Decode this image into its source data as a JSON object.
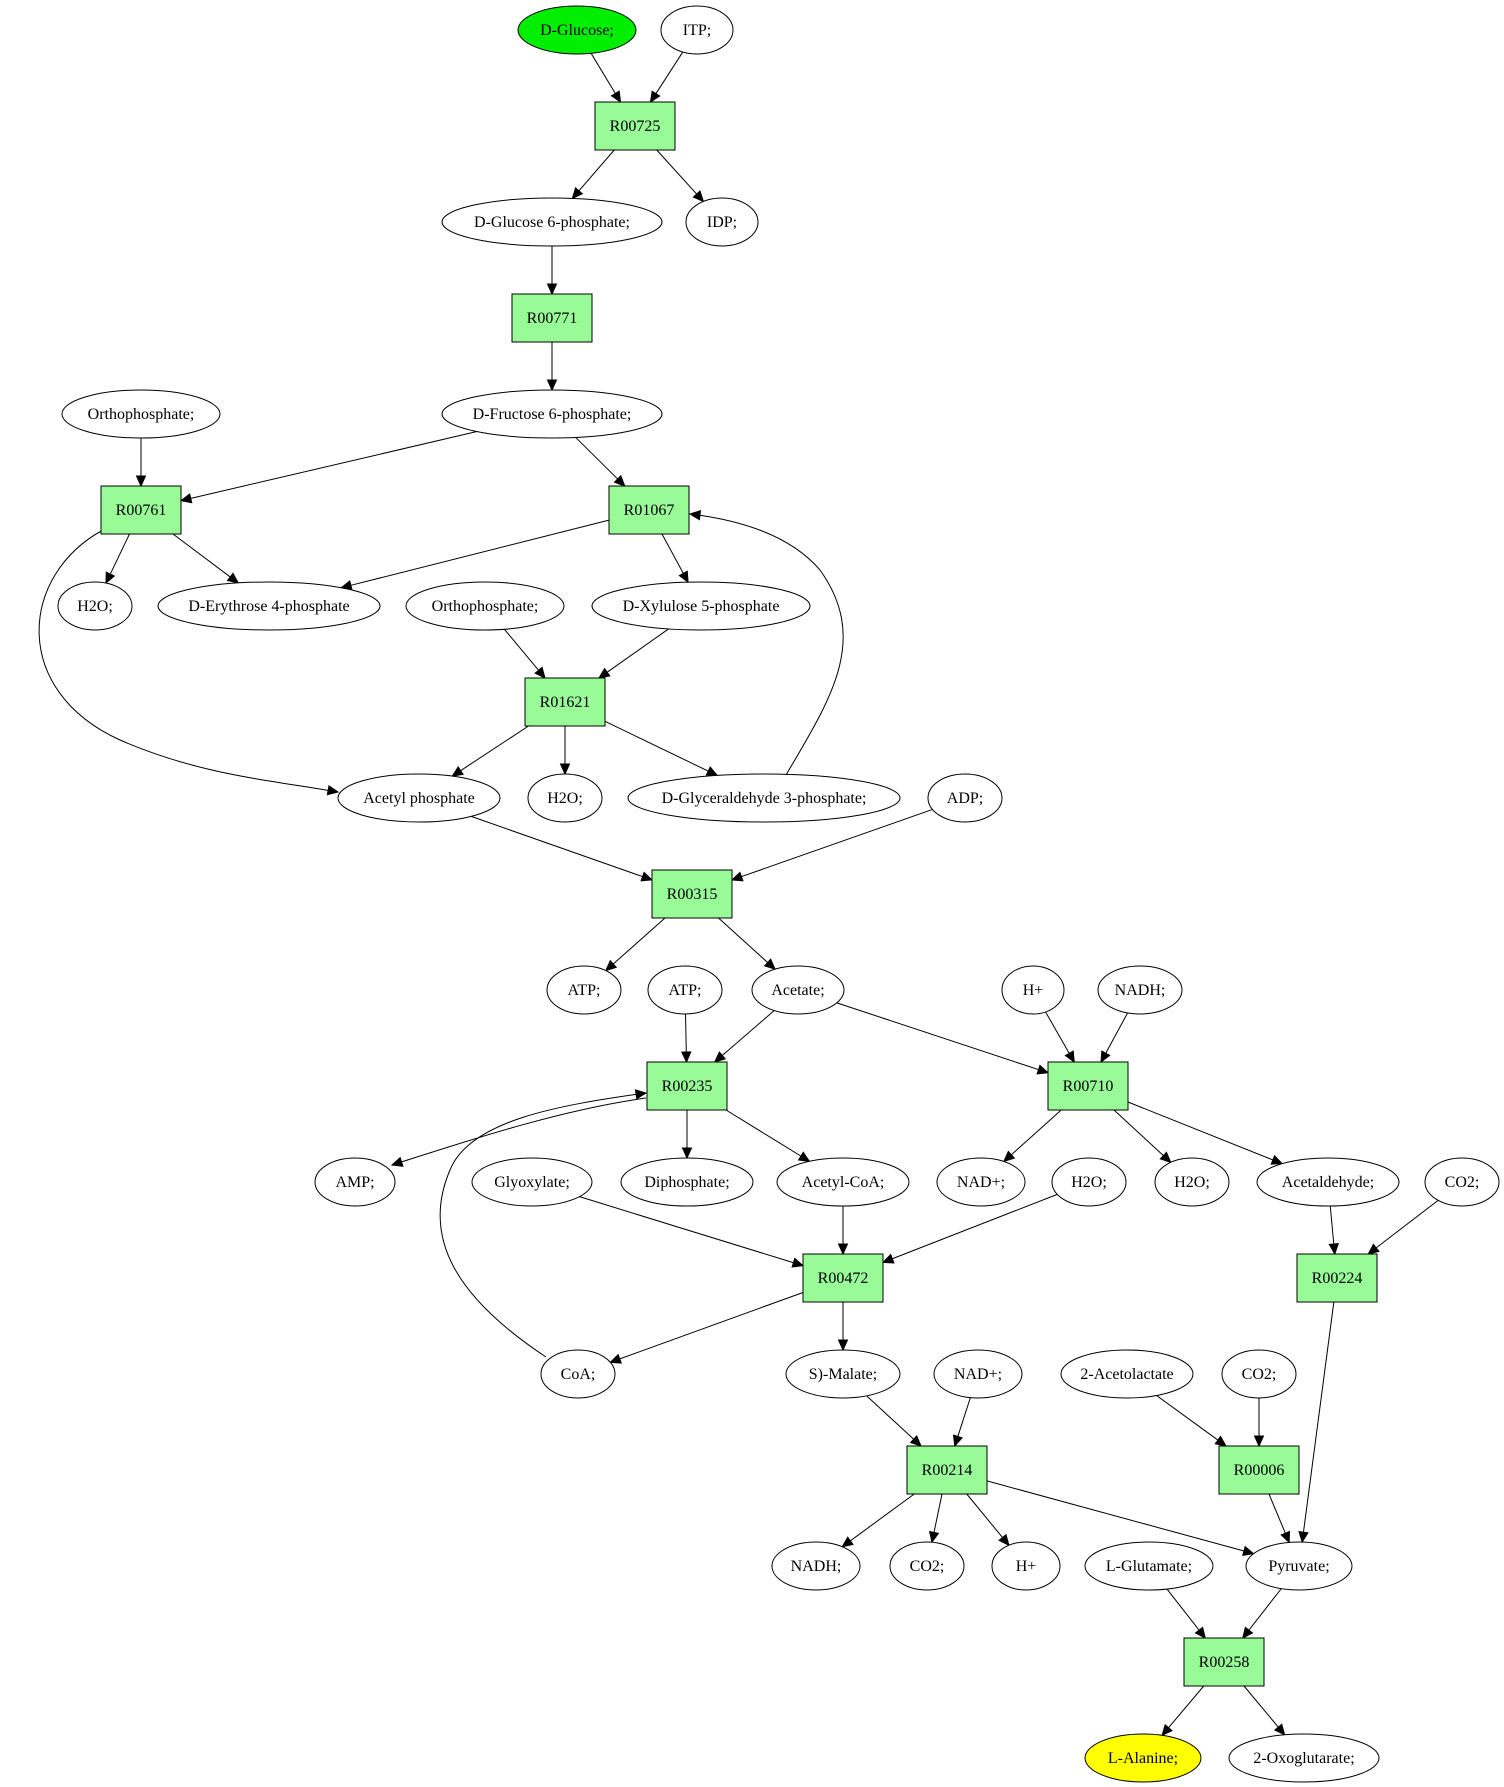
{
  "colors": {
    "reaction_fill": "#98fb98",
    "compound_fill": "#ffffff",
    "source_fill": "#00ee00",
    "target_fill": "#ffff00",
    "stroke": "#000000"
  },
  "reactions": [
    {
      "id": "r00725",
      "label": "R00725"
    },
    {
      "id": "r00771",
      "label": "R00771"
    },
    {
      "id": "r00761",
      "label": "R00761"
    },
    {
      "id": "r01067",
      "label": "R01067"
    },
    {
      "id": "r01621",
      "label": "R01621"
    },
    {
      "id": "r00315",
      "label": "R00315"
    },
    {
      "id": "r00235",
      "label": "R00235"
    },
    {
      "id": "r00710",
      "label": "R00710"
    },
    {
      "id": "r00472",
      "label": "R00472"
    },
    {
      "id": "r00224",
      "label": "R00224"
    },
    {
      "id": "r00214",
      "label": "R00214"
    },
    {
      "id": "r00006",
      "label": "R00006"
    },
    {
      "id": "r00258",
      "label": "R00258"
    }
  ],
  "compounds": [
    {
      "id": "glucose",
      "label": "D-Glucose;",
      "role": "source"
    },
    {
      "id": "itp",
      "label": "ITP;"
    },
    {
      "id": "g6p",
      "label": "D-Glucose 6-phosphate;"
    },
    {
      "id": "idp",
      "label": "IDP;"
    },
    {
      "id": "f6p",
      "label": "D-Fructose 6-phosphate;"
    },
    {
      "id": "pi1",
      "label": "Orthophosphate;"
    },
    {
      "id": "h2o1",
      "label": "H2O;"
    },
    {
      "id": "e4p",
      "label": "D-Erythrose 4-phosphate"
    },
    {
      "id": "pi2",
      "label": "Orthophosphate;"
    },
    {
      "id": "x5p",
      "label": "D-Xylulose 5-phosphate"
    },
    {
      "id": "acp",
      "label": "Acetyl phosphate"
    },
    {
      "id": "h2o2",
      "label": "H2O;"
    },
    {
      "id": "g3p",
      "label": "D-Glyceraldehyde 3-phosphate;"
    },
    {
      "id": "adp",
      "label": "ADP;"
    },
    {
      "id": "atp1",
      "label": "ATP;"
    },
    {
      "id": "atp2",
      "label": "ATP;"
    },
    {
      "id": "acetate",
      "label": "Acetate;"
    },
    {
      "id": "hplus1",
      "label": "H+"
    },
    {
      "id": "nadh1",
      "label": "NADH;"
    },
    {
      "id": "amp",
      "label": "AMP;"
    },
    {
      "id": "glyox",
      "label": "Glyoxylate;"
    },
    {
      "id": "ppi",
      "label": "Diphosphate;"
    },
    {
      "id": "accoa",
      "label": "Acetyl-CoA;"
    },
    {
      "id": "nadp1",
      "label": "NAD+;"
    },
    {
      "id": "h2o3",
      "label": "H2O;"
    },
    {
      "id": "h2o4",
      "label": "H2O;"
    },
    {
      "id": "acald",
      "label": "Acetaldehyde;"
    },
    {
      "id": "co2a",
      "label": "CO2;"
    },
    {
      "id": "coa",
      "label": "CoA;"
    },
    {
      "id": "malate",
      "label": "S)-Malate;"
    },
    {
      "id": "nadp2",
      "label": "NAD+;"
    },
    {
      "id": "acetolac",
      "label": "2-Acetolactate"
    },
    {
      "id": "co2b",
      "label": "CO2;"
    },
    {
      "id": "nadh2",
      "label": "NADH;"
    },
    {
      "id": "co2c",
      "label": "CO2;"
    },
    {
      "id": "hplus2",
      "label": "H+"
    },
    {
      "id": "glu",
      "label": "L-Glutamate;"
    },
    {
      "id": "pyr",
      "label": "Pyruvate;"
    },
    {
      "id": "ala",
      "label": "L-Alanine;",
      "role": "target"
    },
    {
      "id": "oxo",
      "label": "2-Oxoglutarate;"
    }
  ],
  "edges": [
    [
      "glucose",
      "r00725"
    ],
    [
      "itp",
      "r00725"
    ],
    [
      "r00725",
      "g6p"
    ],
    [
      "r00725",
      "idp"
    ],
    [
      "g6p",
      "r00771"
    ],
    [
      "r00771",
      "f6p"
    ],
    [
      "pi1",
      "r00761"
    ],
    [
      "f6p",
      "r00761"
    ],
    [
      "f6p",
      "r01067"
    ],
    [
      "r00761",
      "h2o1"
    ],
    [
      "r00761",
      "e4p"
    ],
    [
      "r00761",
      "acp"
    ],
    [
      "r01067",
      "e4p"
    ],
    [
      "r01067",
      "x5p"
    ],
    [
      "pi2",
      "r01621"
    ],
    [
      "x5p",
      "r01621"
    ],
    [
      "r01621",
      "acp"
    ],
    [
      "r01621",
      "h2o2"
    ],
    [
      "r01621",
      "g3p"
    ],
    [
      "g3p",
      "r01067"
    ],
    [
      "acp",
      "r00315"
    ],
    [
      "adp",
      "r00315"
    ],
    [
      "r00315",
      "atp1"
    ],
    [
      "r00315",
      "acetate"
    ],
    [
      "atp2",
      "r00235"
    ],
    [
      "acetate",
      "r00235"
    ],
    [
      "acetate",
      "r00710"
    ],
    [
      "hplus1",
      "r00710"
    ],
    [
      "nadh1",
      "r00710"
    ],
    [
      "r00235",
      "amp"
    ],
    [
      "r00235",
      "ppi"
    ],
    [
      "r00235",
      "accoa"
    ],
    [
      "coa",
      "r00235"
    ],
    [
      "r00710",
      "nadp1"
    ],
    [
      "r00710",
      "h2o4"
    ],
    [
      "r00710",
      "acald"
    ],
    [
      "glyox",
      "r00472"
    ],
    [
      "accoa",
      "r00472"
    ],
    [
      "h2o3",
      "r00472"
    ],
    [
      "r00472",
      "coa"
    ],
    [
      "r00472",
      "malate"
    ],
    [
      "acald",
      "r00224"
    ],
    [
      "co2a",
      "r00224"
    ],
    [
      "r00224",
      "pyr"
    ],
    [
      "malate",
      "r00214"
    ],
    [
      "nadp2",
      "r00214"
    ],
    [
      "r00214",
      "nadh2"
    ],
    [
      "r00214",
      "co2c"
    ],
    [
      "r00214",
      "hplus2"
    ],
    [
      "r00214",
      "pyr"
    ],
    [
      "acetolac",
      "r00006"
    ],
    [
      "co2b",
      "r00006"
    ],
    [
      "r00006",
      "pyr"
    ],
    [
      "glu",
      "r00258"
    ],
    [
      "pyr",
      "r00258"
    ],
    [
      "r00258",
      "ala"
    ],
    [
      "r00258",
      "oxo"
    ]
  ]
}
